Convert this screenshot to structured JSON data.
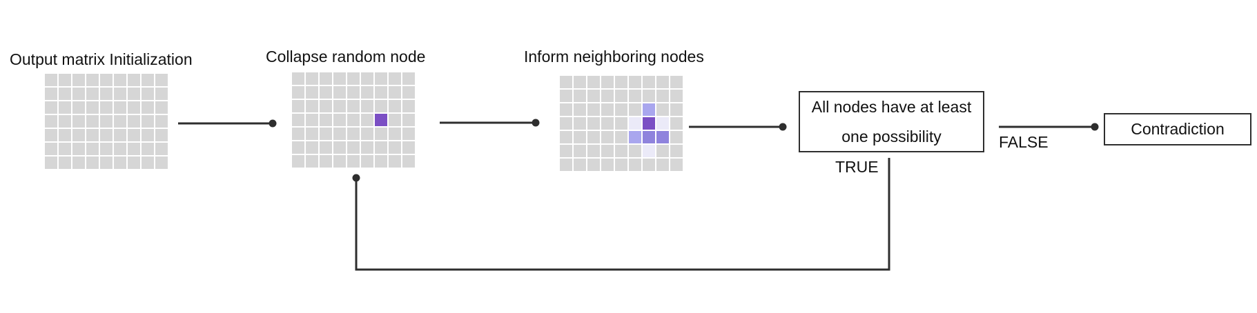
{
  "steps": {
    "init": {
      "title": "Output matrix Initialization"
    },
    "collapse": {
      "title": "Collapse random node"
    },
    "inform": {
      "title": "Inform neighboring nodes"
    },
    "check": {
      "text": "All nodes have at least one possibility"
    },
    "contradiction": {
      "text": "Contradiction"
    }
  },
  "edges": {
    "true_label": "TRUE",
    "false_label": "FALSE"
  },
  "grid": {
    "rows": 7,
    "cols": 9
  },
  "colors": {
    "cell_default": "#d6d6d6",
    "collapsed": "#7b4fc4",
    "neighbor": "#a9a6ee",
    "neighbor_mid": "#8f83dd",
    "neighbor_faint": "#ebeaf8",
    "line": "#2e2e2e"
  },
  "highlights": {
    "collapse": [
      {
        "row": 3,
        "col": 6,
        "tone": "collapsed"
      }
    ],
    "inform": [
      {
        "row": 2,
        "col": 6,
        "tone": "neighbor"
      },
      {
        "row": 3,
        "col": 5,
        "tone": "neighbor_faint"
      },
      {
        "row": 3,
        "col": 6,
        "tone": "collapsed"
      },
      {
        "row": 3,
        "col": 7,
        "tone": "neighbor_faint"
      },
      {
        "row": 4,
        "col": 5,
        "tone": "neighbor"
      },
      {
        "row": 4,
        "col": 6,
        "tone": "neighbor_mid"
      },
      {
        "row": 4,
        "col": 7,
        "tone": "neighbor_mid"
      },
      {
        "row": 5,
        "col": 6,
        "tone": "neighbor_faint"
      }
    ]
  }
}
